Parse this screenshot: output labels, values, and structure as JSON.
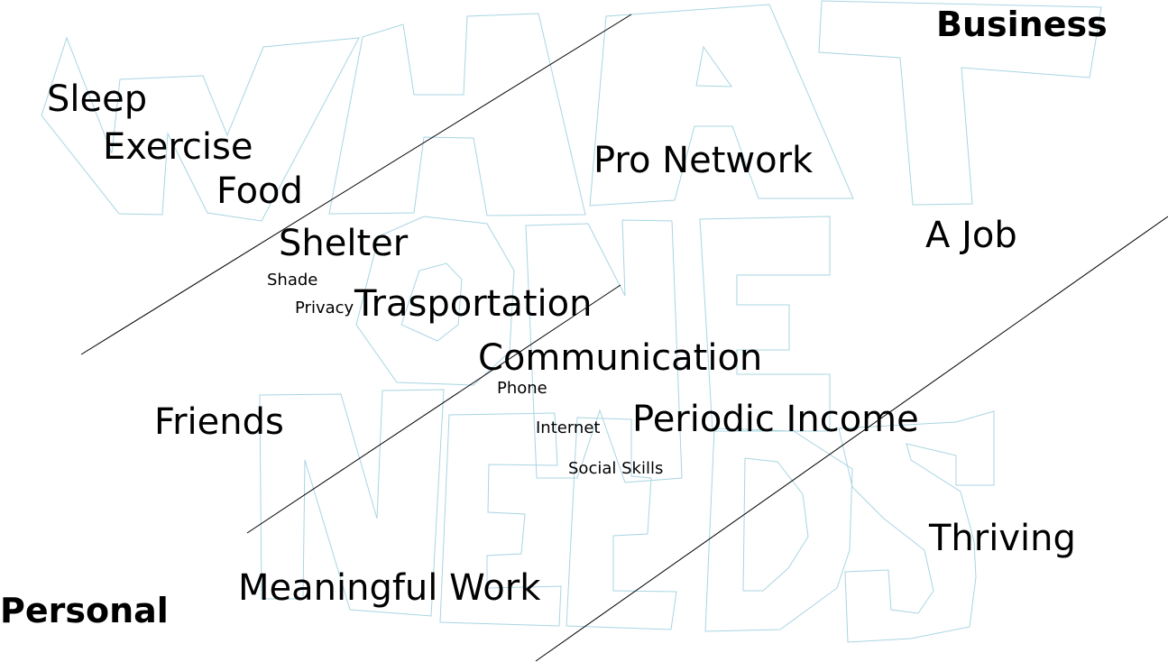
{
  "colors": {
    "outline": "#a8d5e2",
    "lines": "#000000",
    "text": "#000000"
  },
  "corners": {
    "top_right": "Business",
    "bottom_left": "Personal"
  },
  "needs": {
    "sleep": "Sleep",
    "exercise": "Exercise",
    "food": "Food",
    "shelter": "Shelter",
    "shade": "Shade",
    "privacy": "Privacy",
    "transportation": "Trasportation",
    "communication": "Communication",
    "phone": "Phone",
    "internet": "Internet",
    "social_skills": "Social Skills",
    "friends": "Friends",
    "meaningful_work": "Meaningful Work",
    "periodic_income": "Periodic Income",
    "pro_network": "Pro Network",
    "a_job": "A Job",
    "thriving": "Thriving"
  }
}
